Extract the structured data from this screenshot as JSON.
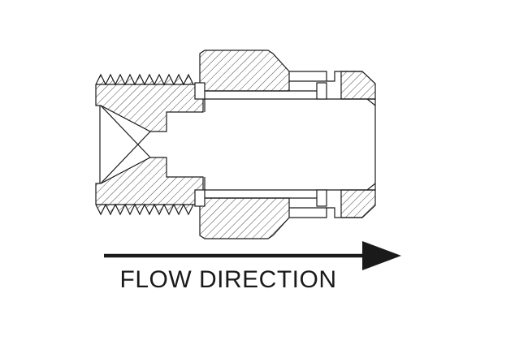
{
  "diagram": {
    "flow_label": "FLOW DIRECTION",
    "arrow_direction": "right",
    "drawing_type": "pipe-fitting-cross-section",
    "colors": {
      "line": "#1a1a1a",
      "background": "#ffffff"
    }
  }
}
